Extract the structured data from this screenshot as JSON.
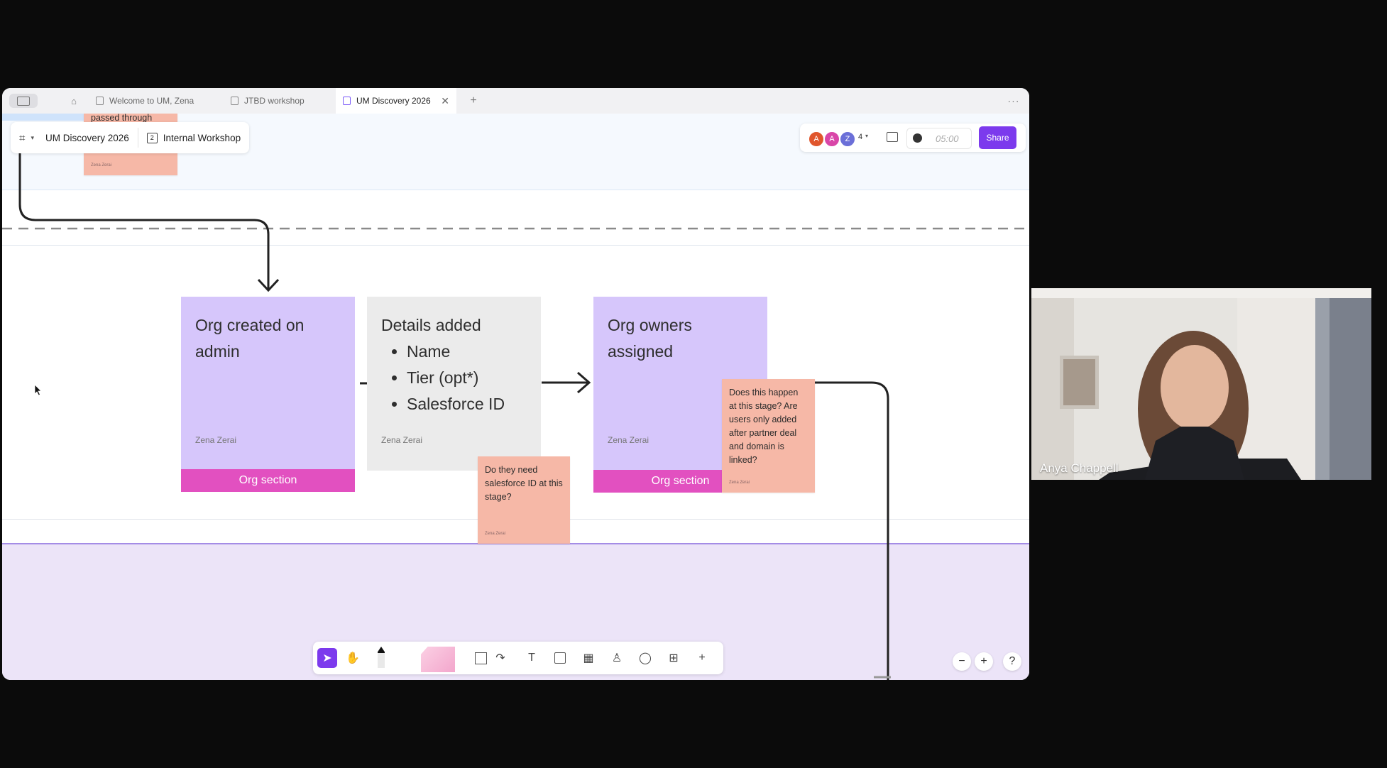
{
  "browser": {
    "tabs": [
      {
        "label": "Welcome to UM, Zena",
        "active": false
      },
      {
        "label": "JTBD workshop",
        "active": false
      },
      {
        "label": "UM Discovery 2026",
        "active": true
      }
    ],
    "new_tab": "+",
    "more": "···"
  },
  "board": {
    "name": "UM Discovery 2026",
    "workspace": "Internal Workshop",
    "collaborators": [
      "A",
      "A",
      "Z"
    ],
    "collaborator_colors": [
      "#e0562d",
      "#d946a8",
      "#6b6fd8"
    ],
    "collaborator_count": "4",
    "timer": "05:00",
    "share_label": "Share"
  },
  "canvas": {
    "partial_note": {
      "text": "passed through",
      "author": "Zena Zerai"
    },
    "stickies": [
      {
        "title": "Org created on admin",
        "author": "Zena Zerai",
        "section": "Org section"
      },
      {
        "title": "Details added",
        "bullets": [
          "Name",
          "Tier (opt*)",
          "Salesforce ID"
        ],
        "author": "Zena Zerai"
      },
      {
        "title": "Org owners assigned",
        "author": "Zena Zerai",
        "section": "Org section"
      }
    ],
    "comments": [
      {
        "text": "Do they need salesforce ID at this stage?",
        "author": "Zena Zerai"
      },
      {
        "text": "Does this happen at this stage? Are users only added after partner deal and domain is linked?",
        "author": "Zena Zerai"
      }
    ]
  },
  "zoom": {
    "minus": "−",
    "plus": "+",
    "help": "?"
  },
  "video": {
    "participant": "Anya Chappell"
  },
  "colors": {
    "accent": "#7c3aed",
    "section": "#e250c0",
    "sticky_purple": "#d6c6fb",
    "sticky_grey": "#ebebeb",
    "comment": "#f6b8a7"
  }
}
